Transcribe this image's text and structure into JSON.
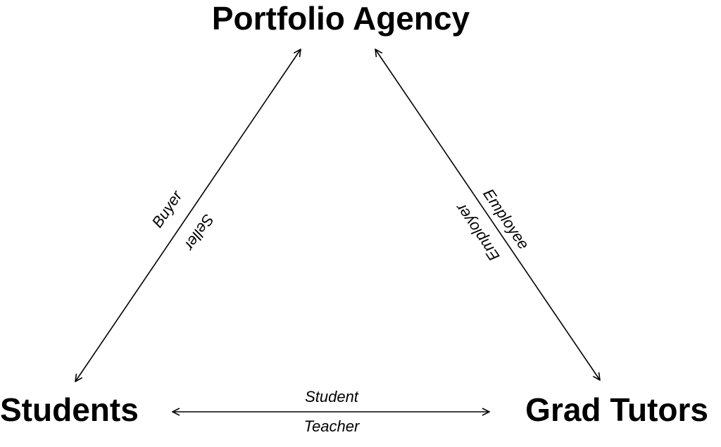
{
  "nodes": {
    "top": {
      "label": "Portfolio Agency"
    },
    "left": {
      "label": "Students"
    },
    "right": {
      "label": "Grad Tutors"
    }
  },
  "edges": {
    "left_top": {
      "label_outer": "Buyer",
      "label_inner": "Seller"
    },
    "top_right": {
      "label_outer": "Employee",
      "label_inner": "Employer"
    },
    "left_right": {
      "label_outer": "Student",
      "label_inner": "Teacher"
    }
  },
  "colors": {
    "line": "#000000",
    "text": "#000000",
    "background": "#ffffff"
  }
}
